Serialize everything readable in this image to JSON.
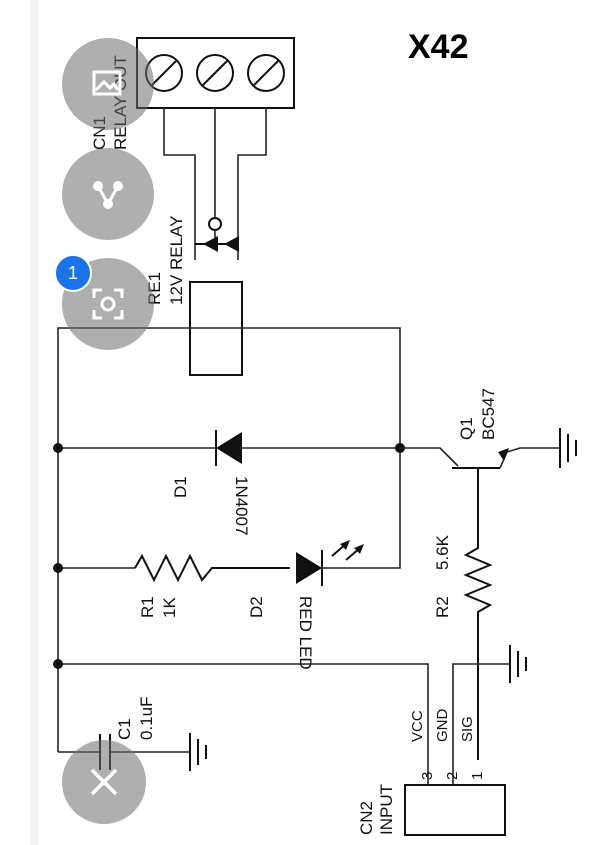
{
  "title": "X42",
  "cn1": {
    "ref": "CN1",
    "name": "RELAY OUT"
  },
  "re1": {
    "ref": "RE1",
    "name": "12V RELAY"
  },
  "d1": {
    "ref": "D1",
    "value": "1N4007"
  },
  "d2": {
    "ref": "D2",
    "value": "RED LED"
  },
  "r1": {
    "ref": "R1",
    "value": "1K"
  },
  "r2": {
    "ref": "R2",
    "value": "5.6K"
  },
  "q1": {
    "ref": "Q1",
    "value": "BC547"
  },
  "c1": {
    "ref": "C1",
    "value": "0.1uF"
  },
  "cn2": {
    "ref": "CN2",
    "name": "INPUT",
    "pins": [
      {
        "num": "3",
        "name": "VCC"
      },
      {
        "num": "2",
        "name": "GND"
      },
      {
        "num": "1",
        "name": "SIG"
      }
    ]
  },
  "overlay": {
    "badge_count": "1",
    "icons": [
      "image-search-icon",
      "share-icon",
      "lens-icon",
      "close-icon"
    ]
  }
}
